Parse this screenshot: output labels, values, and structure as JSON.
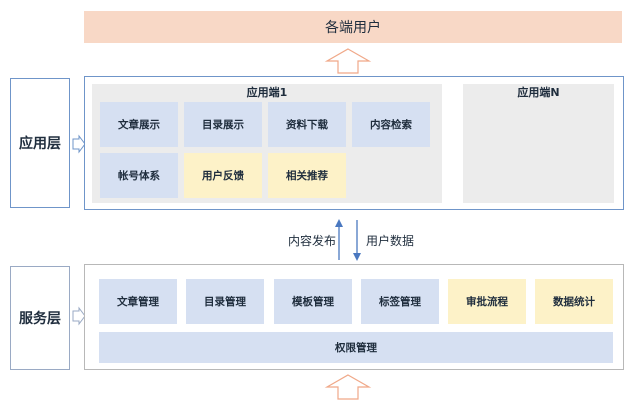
{
  "top_banner": "各端用户",
  "application_layer": {
    "label": "应用层",
    "client1": {
      "title": "应用端1",
      "row1": [
        "文章展示",
        "目录展示",
        "资料下载",
        "内容检索"
      ],
      "row2": [
        "帐号体系",
        "用户反馈",
        "相关推荐"
      ]
    },
    "clientN": {
      "title": "应用端N"
    }
  },
  "flows": {
    "publish": "内容发布",
    "user_data": "用户数据"
  },
  "service_layer": {
    "label": "服务层",
    "modules": [
      "文章管理",
      "目录管理",
      "模板管理",
      "标签管理",
      "审批流程",
      "数据统计"
    ],
    "bottom": "权限管理"
  },
  "colors": {
    "banner": "#f8d8c6",
    "blue_box": "#d6e0f2",
    "yellow_box": "#fdf2c8",
    "panel_grey": "#ececec",
    "app_border": "#6f95c9"
  }
}
